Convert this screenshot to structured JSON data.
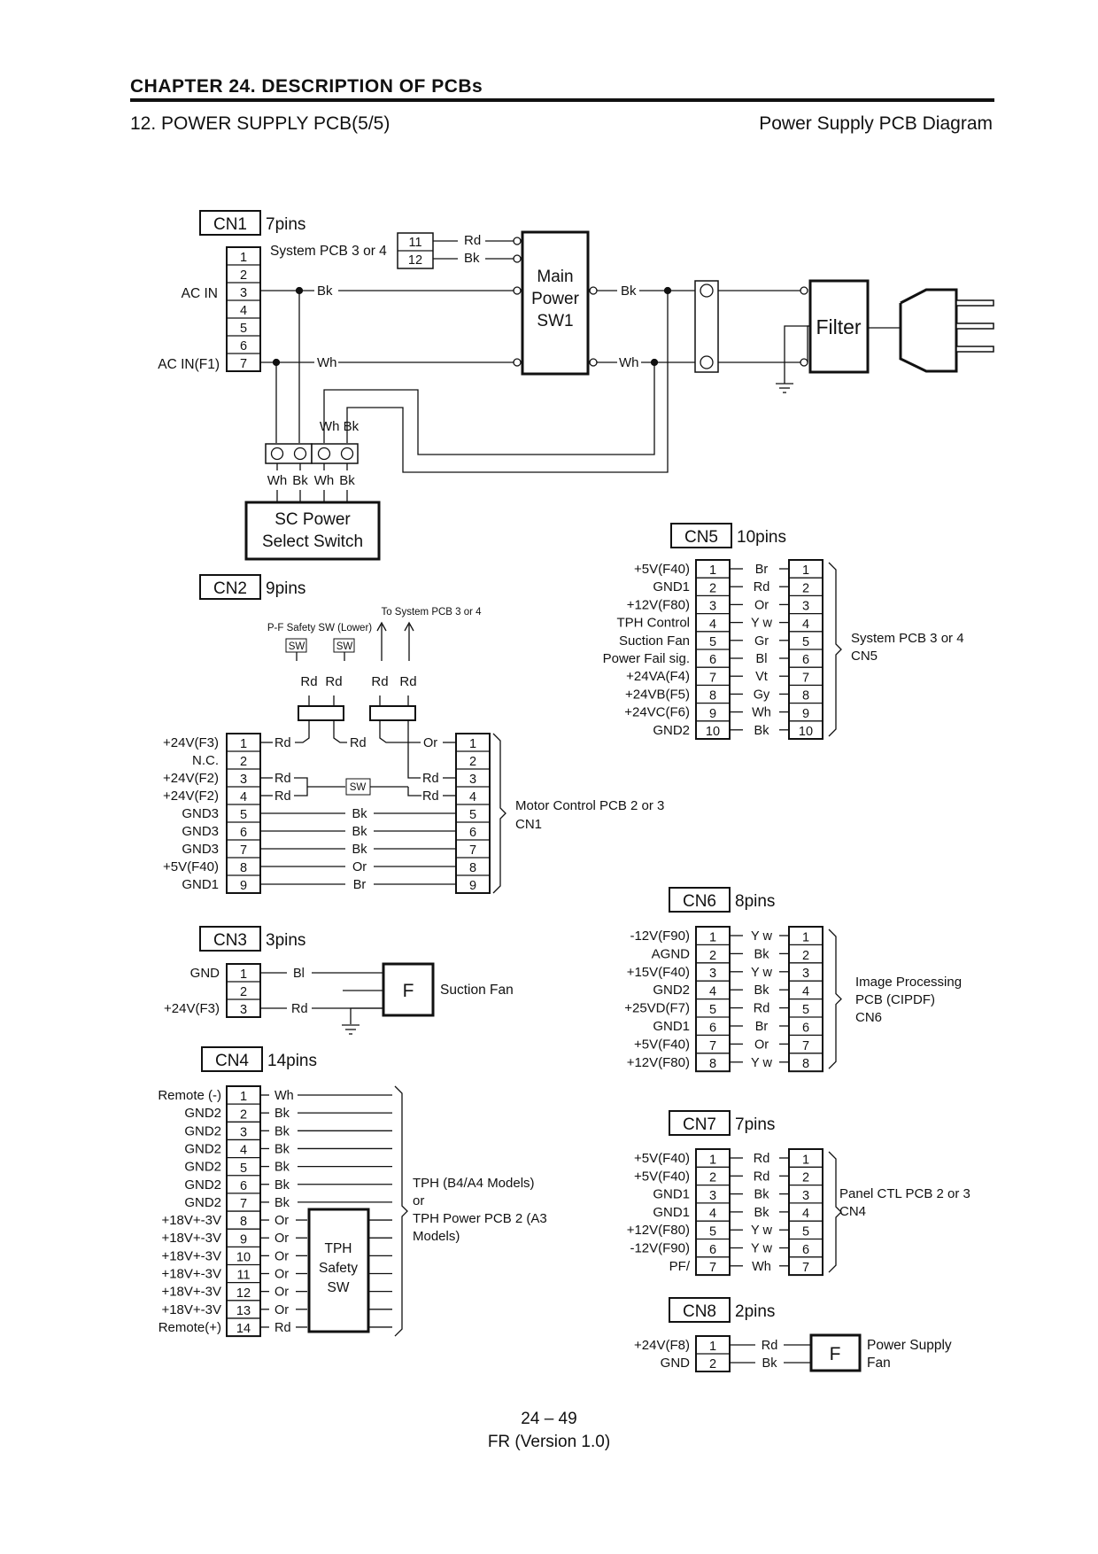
{
  "header": {
    "chapter": "CHAPTER 24. DESCRIPTION OF PCBs",
    "section": "12. POWER SUPPLY PCB(5/5)",
    "right_title": "Power Supply PCB Diagram"
  },
  "footer": {
    "page": "24 – 49",
    "version": "FR (Version 1.0)"
  },
  "cn1": {
    "name": "CN1",
    "pins_label": "7pins",
    "system_pcb": "System PCB 3 or 4",
    "plug_pins": [
      "11",
      "12"
    ],
    "plug_wires": [
      "Rd",
      "Bk"
    ],
    "ac_in": "AC IN",
    "ac_in_f1": "AC IN(F1)",
    "pins": [
      "1",
      "2",
      "3",
      "4",
      "5",
      "6",
      "7"
    ],
    "wire_bk": "Bk",
    "wire_wh": "Wh",
    "main_sw": [
      "Main",
      "Power",
      "SW1"
    ],
    "out_bk": "Bk",
    "out_wh": "Wh",
    "filter": "Filter",
    "sel_top": "Wh Bk",
    "sel_bottom": [
      "Wh",
      "Bk",
      "Wh",
      "Bk"
    ],
    "sc_switch": [
      "SC Power",
      "Select Switch"
    ]
  },
  "cn2": {
    "name": "CN2",
    "pins_label": "9pins",
    "to_system": "To System PCB 3 or 4",
    "pf_safety": "P-F Safety SW (Lower)",
    "sw": "SW",
    "rd": "Rd",
    "signals": [
      "+24V(F3)",
      "N.C.",
      "+24V(F2)",
      "+24V(F2)",
      "GND3",
      "GND3",
      "GND3",
      "+5V(F40)",
      "GND1"
    ],
    "pins": [
      "1",
      "2",
      "3",
      "4",
      "5",
      "6",
      "7",
      "8",
      "9"
    ],
    "left_wires": [
      "Rd",
      "",
      "Rd",
      "Rd",
      "",
      "",
      "",
      "",
      ""
    ],
    "mid_wires": [
      "Rd",
      "",
      "",
      "",
      "Bk",
      "Bk",
      "Bk",
      "Or",
      "Br"
    ],
    "right_wires": [
      "Or",
      "",
      "Rd",
      "Rd",
      "",
      "",
      "",
      "",
      ""
    ],
    "dest": [
      "Motor Control PCB 2 or 3",
      "CN1"
    ]
  },
  "cn3": {
    "name": "CN3",
    "pins_label": "3pins",
    "signals": [
      "GND",
      "",
      "+24V(F3)"
    ],
    "pins": [
      "1",
      "2",
      "3"
    ],
    "wires": [
      "Bl",
      "",
      "Rd"
    ],
    "fan": "F",
    "fan_label": "Suction Fan"
  },
  "cn4": {
    "name": "CN4",
    "pins_label": "14pins",
    "signals": [
      "Remote (-)",
      "GND2",
      "GND2",
      "GND2",
      "GND2",
      "GND2",
      "GND2",
      "+18V+-3V",
      "+18V+-3V",
      "+18V+-3V",
      "+18V+-3V",
      "+18V+-3V",
      "+18V+-3V",
      "Remote(+)"
    ],
    "pins": [
      "1",
      "2",
      "3",
      "4",
      "5",
      "6",
      "7",
      "8",
      "9",
      "10",
      "11",
      "12",
      "13",
      "14"
    ],
    "wires": [
      "Wh",
      "Bk",
      "Bk",
      "Bk",
      "Bk",
      "Bk",
      "Bk",
      "Or",
      "Or",
      "Or",
      "Or",
      "Or",
      "Or",
      "Rd"
    ],
    "tph_sw": [
      "TPH",
      "Safety",
      "SW"
    ],
    "dest": [
      "TPH (B4/A4 Models)",
      "or",
      "TPH Power PCB 2 (A3",
      "Models)"
    ]
  },
  "cn5": {
    "name": "CN5",
    "pins_label": "10pins",
    "signals": [
      "+5V(F40)",
      "GND1",
      "+12V(F80)",
      "TPH Control",
      "Suction Fan",
      "Power Fail sig.",
      "+24VA(F4)",
      "+24VB(F5)",
      "+24VC(F6)",
      "GND2"
    ],
    "pins": [
      "1",
      "2",
      "3",
      "4",
      "5",
      "6",
      "7",
      "8",
      "9",
      "10"
    ],
    "wires": [
      "Br",
      "Rd",
      "Or",
      "Y w",
      "Gr",
      "Bl",
      "Vt",
      "Gy",
      "Wh",
      "Bk"
    ],
    "dest": [
      "System PCB 3 or 4",
      "CN5"
    ]
  },
  "cn6": {
    "name": "CN6",
    "pins_label": "8pins",
    "signals": [
      "-12V(F90)",
      "AGND",
      "+15V(F40)",
      "GND2",
      "+25VD(F7)",
      "GND1",
      "+5V(F40)",
      "+12V(F80)"
    ],
    "pins": [
      "1",
      "2",
      "3",
      "4",
      "5",
      "6",
      "7",
      "8"
    ],
    "wires": [
      "Y w",
      "Bk",
      "Y w",
      "Bk",
      "Rd",
      "Br",
      "Or",
      "Y w"
    ],
    "dest": [
      "Image Processing",
      "PCB (CIPDF)",
      "CN6"
    ]
  },
  "cn7": {
    "name": "CN7",
    "pins_label": "7pins",
    "signals": [
      "+5V(F40)",
      "+5V(F40)",
      "GND1",
      "GND1",
      "+12V(F80)",
      "-12V(F90)",
      "PF/"
    ],
    "pins": [
      "1",
      "2",
      "3",
      "4",
      "5",
      "6",
      "7"
    ],
    "wires": [
      "Rd",
      "Rd",
      "Bk",
      "Bk",
      "Y w",
      "Y w",
      "Wh"
    ],
    "dest": [
      "Panel CTL PCB 2 or 3",
      "CN4"
    ]
  },
  "cn8": {
    "name": "CN8",
    "pins_label": "2pins",
    "signals": [
      "+24V(F8)",
      "GND"
    ],
    "pins": [
      "1",
      "2"
    ],
    "wires": [
      "Rd",
      "Bk"
    ],
    "fan": "F",
    "fan_label": [
      "Power  Supply",
      "Fan"
    ]
  }
}
